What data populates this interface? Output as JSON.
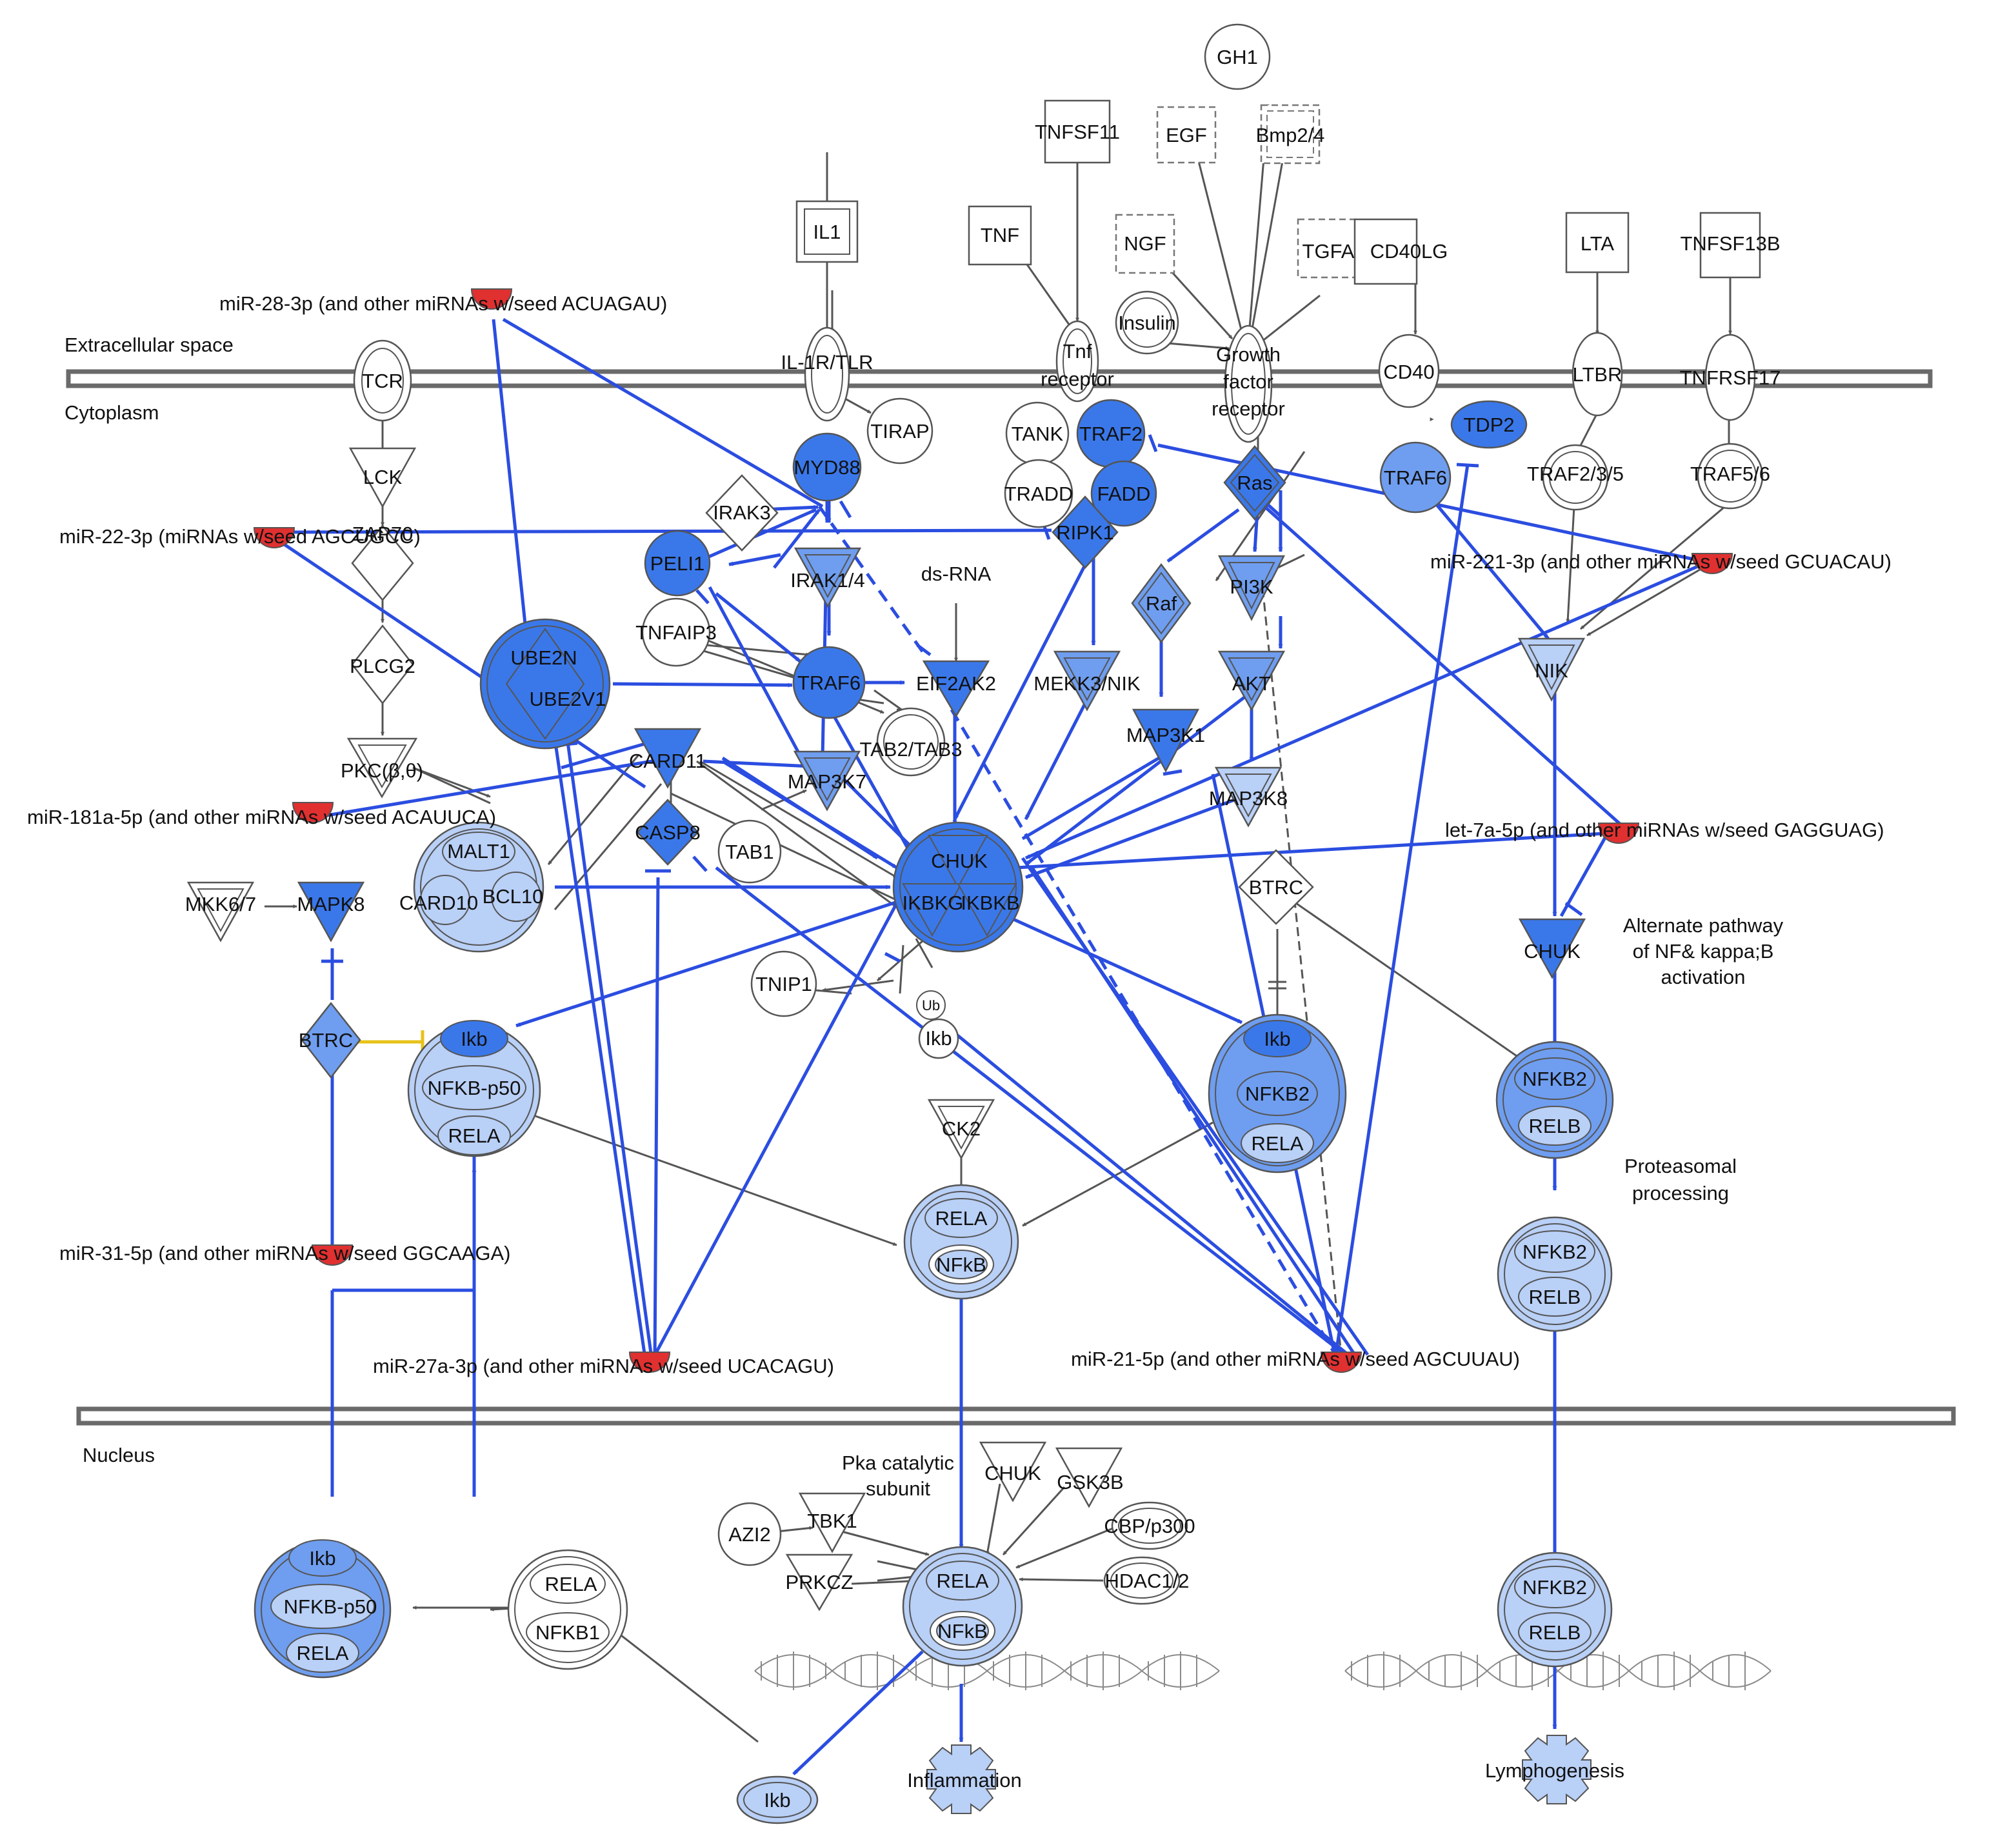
{
  "colors": {
    "edge_blue": "#2b4de0",
    "edge_gray": "#555555",
    "edge_yellow": "#e8c21a",
    "node_strong": "#3a78ea",
    "node_mid": "#6f9ef0",
    "node_light": "#b9d0f7",
    "node_pale": "#dce8fb",
    "mirna_red": "#e03030",
    "membrane": "#6a6a6a"
  },
  "compartments": {
    "extracellular": "Extracellular space",
    "cytoplasm": "Cytoplasm",
    "nucleus": "Nucleus"
  },
  "annotations": {
    "alternate": [
      "Alternate pathway",
      "of NF& kappa;B",
      "activation"
    ],
    "proteasomal": [
      "Proteasomal",
      "processing"
    ]
  },
  "nodes": {
    "gh1": "GH1",
    "tnfsf11": "TNFSF11",
    "egf": "EGF",
    "bmp24": "Bmp2/4",
    "il1": "IL1",
    "tnf": "TNF",
    "ngf": "NGF",
    "tgfa": "TGFA",
    "cd40lg": "CD40LG",
    "lta": "LTA",
    "tnfsf13b": "TNFSF13B",
    "insulin": "Insulin",
    "tcr": "TCR",
    "il1r_tlr": "IL-1R/TLR",
    "tnf_receptor": [
      "Tnf",
      "receptor"
    ],
    "gf_receptor": [
      "Growth",
      "factor",
      "receptor"
    ],
    "cd40": "CD40",
    "ltbr": "LTBR",
    "tnfrsf17": "TNFRSF17",
    "tirap": "TIRAP",
    "myd88": "MYD88",
    "tank": "TANK",
    "traf2": "TRAF2",
    "tradd": "TRADD",
    "fadd": "FADD",
    "tdp2": "TDP2",
    "traf6_top": "TRAF6",
    "traf235": "TRAF2/3/5",
    "traf56": "TRAF5/6",
    "lck": "LCK",
    "irak3": "IRAK3",
    "ras": "Ras",
    "ripk1": "RIPK1",
    "zap70": "ZAP70",
    "peli1": "PELI1",
    "irak14": "IRAK1/4",
    "dsrna": "ds-RNA",
    "raf": "Raf",
    "pi3k": "PI3K",
    "nik": "NIK",
    "plcg2": "PLCG2",
    "tnfaip3": "TNFAIP3",
    "ube2n": "UBE2N",
    "ube2v1": "UBE2V1",
    "traf6": "TRAF6",
    "eif2ak2": "EIF2AK2",
    "mekk3nik": "MEKK3/NIK",
    "akt": "AKT",
    "tab2tab3": "TAB2/TAB3",
    "map3k1": "MAP3K1",
    "card11": "CARD11",
    "pkc": "PKC(β,θ)",
    "map3k7": "MAP3K7",
    "map3k8": "MAP3K8",
    "malt1": "MALT1",
    "card10": "CARD10",
    "bcl10": "BCL10",
    "casp8": "CASP8",
    "tab1": "TAB1",
    "chuk_main": "CHUK",
    "ikbkg": "IKBKG",
    "ikbkb": "IKBKB",
    "btrc_mid": "BTRC",
    "chuk_alt": "CHUK",
    "mkk67": "MKK6/7",
    "mapk8": "MAPK8",
    "tnip1": "TNIP1",
    "ub": "Ub",
    "ikb_free": "Ikb",
    "btrc_left": "BTRC",
    "ikb_c1": "Ikb",
    "nfkbp50_c1": "NFKB-p50",
    "rela_c1": "RELA",
    "ikb_c2": "Ikb",
    "nfkb2_c2": "NFKB2",
    "rela_c2": "RELA",
    "nfkb2_c3": "NFKB2",
    "relb_c3": "RELB",
    "ck2": "CK2",
    "rela_c4": "RELA",
    "nfkb_c4": "NFkB",
    "nfkb2_c5": "NFKB2",
    "relb_c5": "RELB",
    "pka": [
      "Pka catalytic",
      "subunit"
    ],
    "chuk_nuc": "CHUK",
    "gsk3b": "GSK3B",
    "azi2": "AZI2",
    "tbk1": "TBK1",
    "cbp": "CBP/p300",
    "prkcz": "PRKCZ",
    "hdac": "HDAC1/2",
    "ikb_c6": "Ikb",
    "nfkbp50_c6": "NFKB-p50",
    "rela_c6": "RELA",
    "rela_c7": "RELA",
    "nfkb1_c7": "NFKB1",
    "rela_c8": "RELA",
    "nfkb_c8": "NFkB",
    "nfkb2_c9": "NFKB2",
    "relb_c9": "RELB",
    "ikb_out": "Ikb",
    "inflammation": "Inflammation",
    "lymphogenesis": "Lymphogenesis"
  },
  "mirnas": {
    "m28": "miR-28-3p (and other miRNAs w/seed ACUAGAU)",
    "m22": "miR-22-3p (miRNAs w/seed AGCUGCC)",
    "m221": "miR-221-3p (and other miRNAs w/seed GCUACAU)",
    "m181": "miR-181a-5p (and other miRNAs w/seed ACAUUCA)",
    "let7": "let-7a-5p (and other miRNAs w/seed GAGGUAG)",
    "m31": "miR-31-5p (and other miRNAs w/seed GGCAAGA)",
    "m27": "miR-27a-3p (and other miRNAs w/seed UCACAGU)",
    "m21": "miR-21-5p (and other miRNAs w/seed AGCUUAU)"
  }
}
